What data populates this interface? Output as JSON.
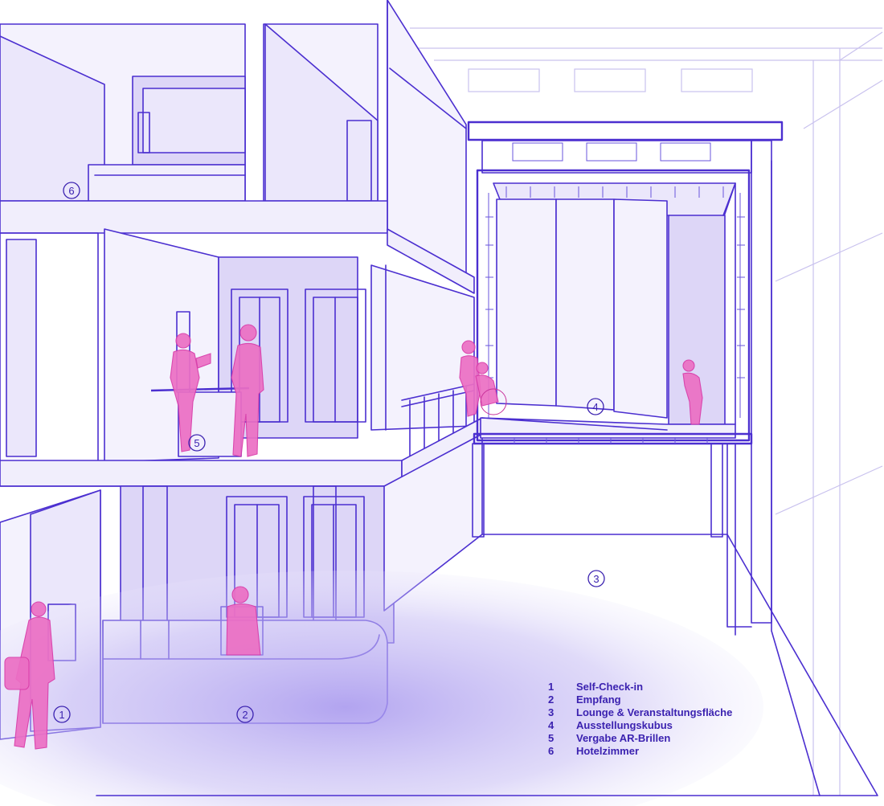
{
  "markers": [
    {
      "id": "marker-1",
      "label": "1"
    },
    {
      "id": "marker-2",
      "label": "2"
    },
    {
      "id": "marker-3",
      "label": "3"
    },
    {
      "id": "marker-4",
      "label": "4"
    },
    {
      "id": "marker-5",
      "label": "5"
    },
    {
      "id": "marker-6",
      "label": "6"
    }
  ],
  "legend": {
    "items": [
      {
        "number": "1",
        "label": "Self-Check-in"
      },
      {
        "number": "2",
        "label": "Empfang"
      },
      {
        "number": "3",
        "label": "Lounge & Veranstaltungsfläche"
      },
      {
        "number": "4",
        "label": "Ausstellungskubus"
      },
      {
        "number": "5",
        "label": "Vergabe AR-Brillen"
      },
      {
        "number": "6",
        "label": "Hotelzimmer"
      }
    ]
  },
  "colors": {
    "line": "#4b2fd0",
    "wall_fill": "#ebe7fb",
    "floor_glow": "#b9aef0",
    "person": "#ec6fc4",
    "text": "#3b22b0"
  }
}
